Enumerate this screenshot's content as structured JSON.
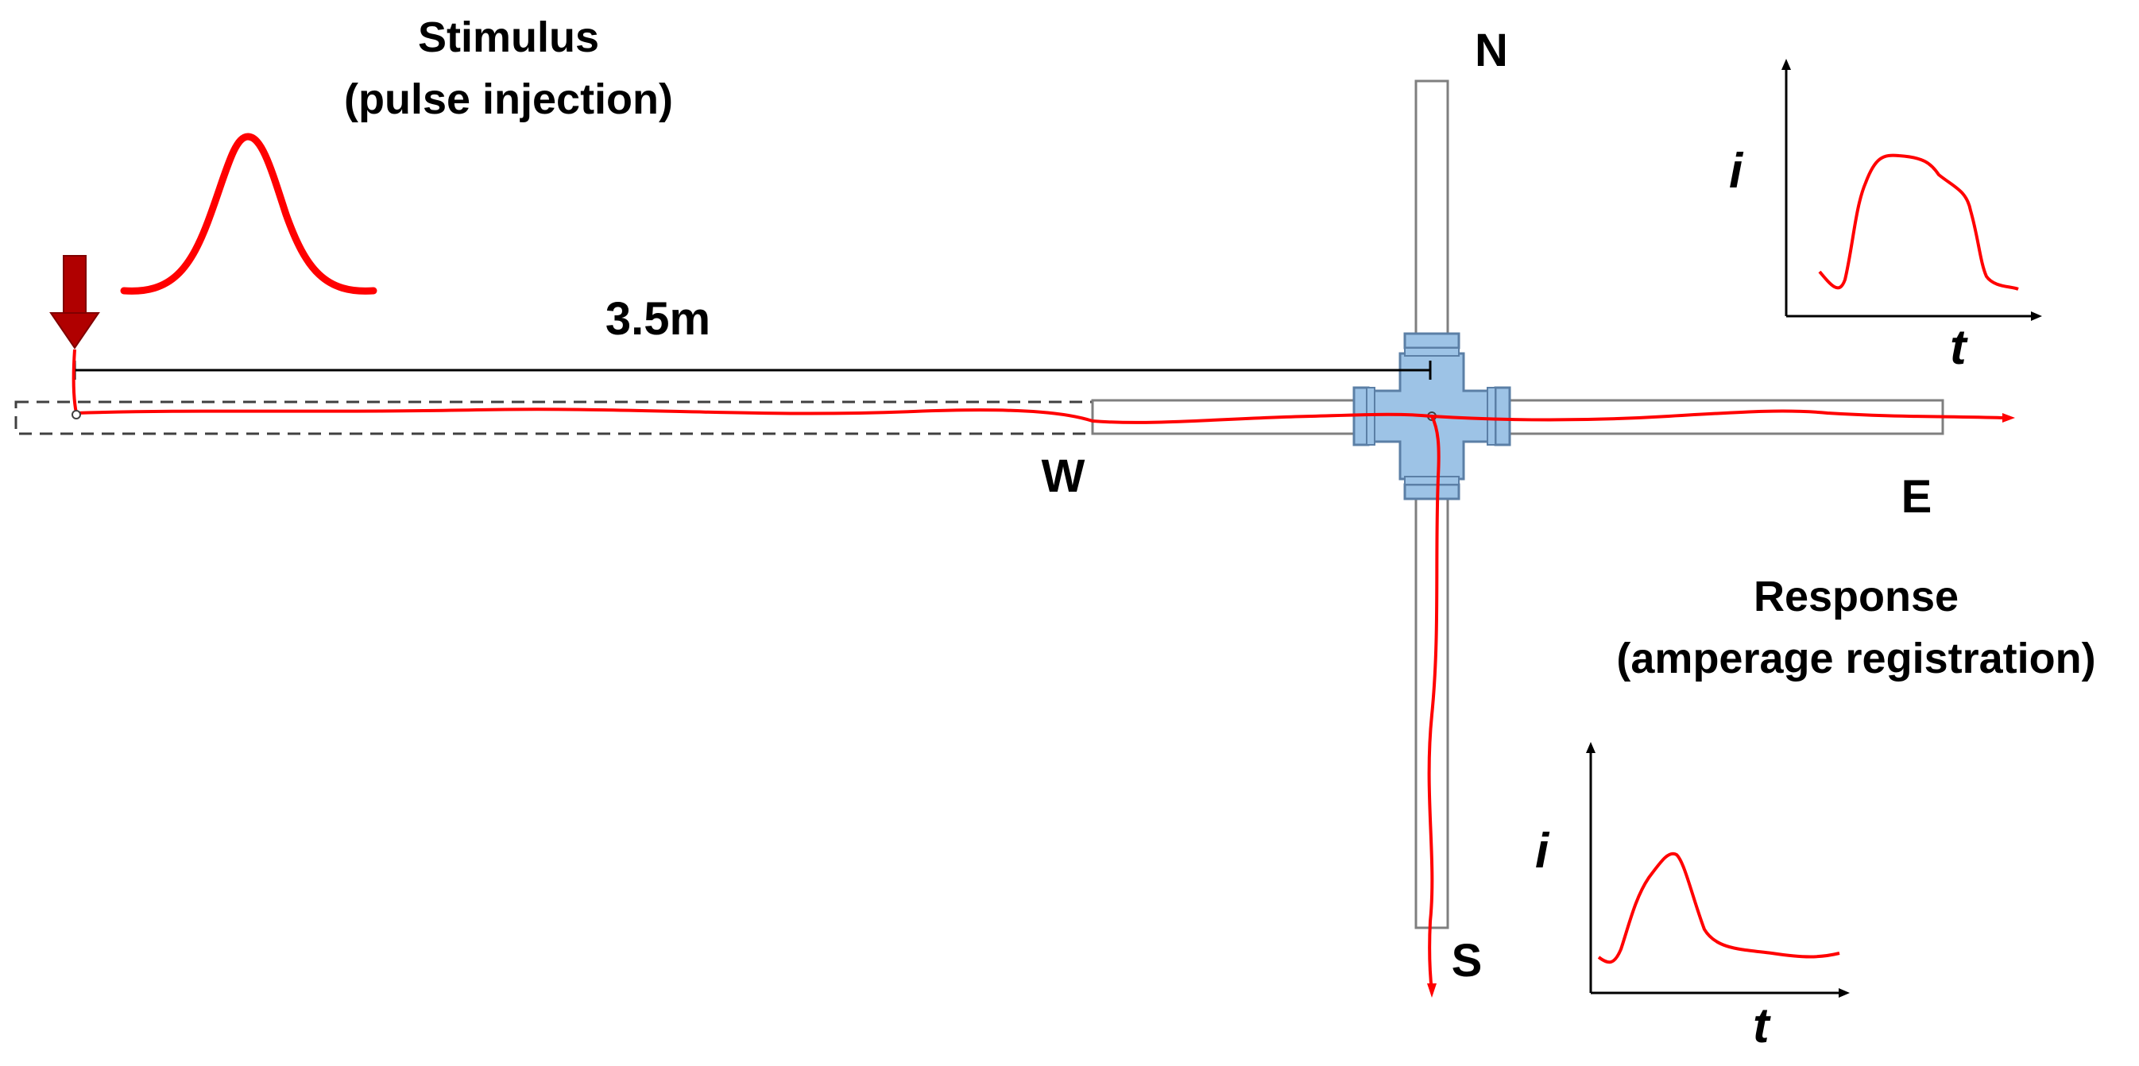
{
  "stimulus": {
    "title_line1": "Stimulus",
    "title_line2": "(pulse injection)"
  },
  "distance_label": "3.5m",
  "directions": {
    "north": "N",
    "south": "S",
    "east": "E",
    "west": "W"
  },
  "response": {
    "title_line1": "Response",
    "title_line2": "(amperage registration)"
  },
  "graphs": {
    "y_axis_label": "i",
    "x_axis_label": "t"
  },
  "colors": {
    "flow_line": "#ff0000",
    "injection_arrow": "#b00000",
    "cross_fitting": "#9dc3e6",
    "pipe_outline": "#7f7f7f"
  }
}
